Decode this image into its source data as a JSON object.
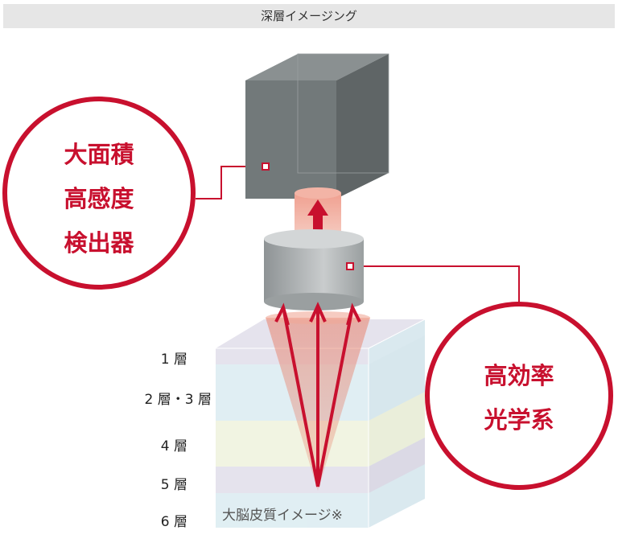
{
  "title": "深層イメージング",
  "left_circle": {
    "lines": [
      "大面積",
      "高感度",
      "検出器"
    ]
  },
  "right_circle": {
    "lines": [
      "高効率",
      "光学系"
    ]
  },
  "layers": [
    "1 層",
    "2 層・3 層",
    "4 層",
    "5 層",
    "6 層"
  ],
  "caption": "大脳皮質イメージ※",
  "colors": {
    "accent": "#c8102e",
    "camera": "#72797a"
  }
}
